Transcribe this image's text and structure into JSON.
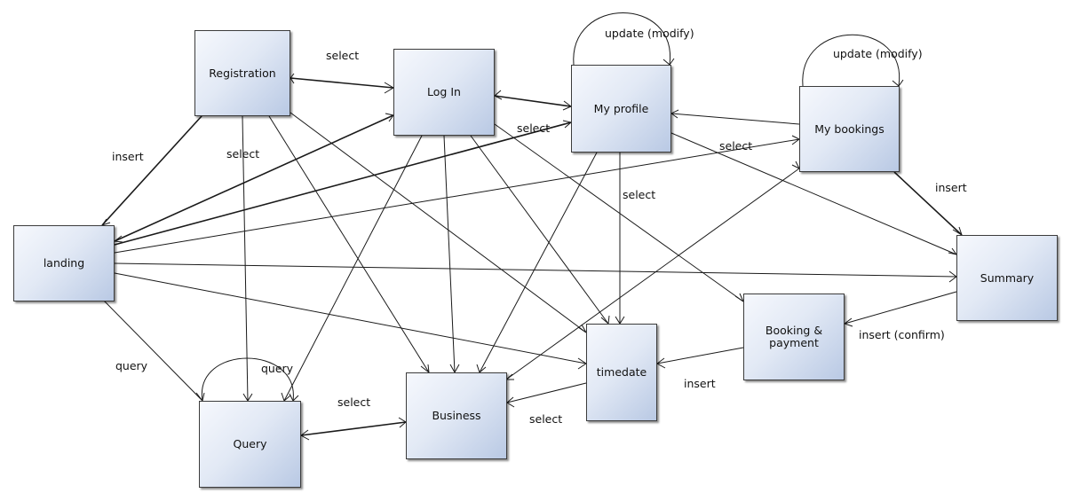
{
  "entities": {
    "registration": "Registration",
    "login": "Log In",
    "my_profile": "My profile",
    "my_bookings": "My bookings",
    "landing": "landing",
    "summary": "Summary",
    "booking_payment": "Booking & payment",
    "timedate": "timedate",
    "business": "Business",
    "query": "Query"
  },
  "relationship_labels": {
    "reg_login_select": "select",
    "insert": "insert",
    "reg_query_select": "select",
    "profile_update": "update (modify)",
    "bookings_update": "update (modify)",
    "login_profile_select": "select",
    "profile_bookings_select": "select",
    "profile_timedate_select": "select",
    "bookings_summary_insert": "insert",
    "landing_query": "query",
    "query_self": "query",
    "query_business_select": "select",
    "business_timedate_select": "select",
    "timedate_booking_insert": "insert",
    "booking_summary_insert": "insert (confirm)"
  }
}
